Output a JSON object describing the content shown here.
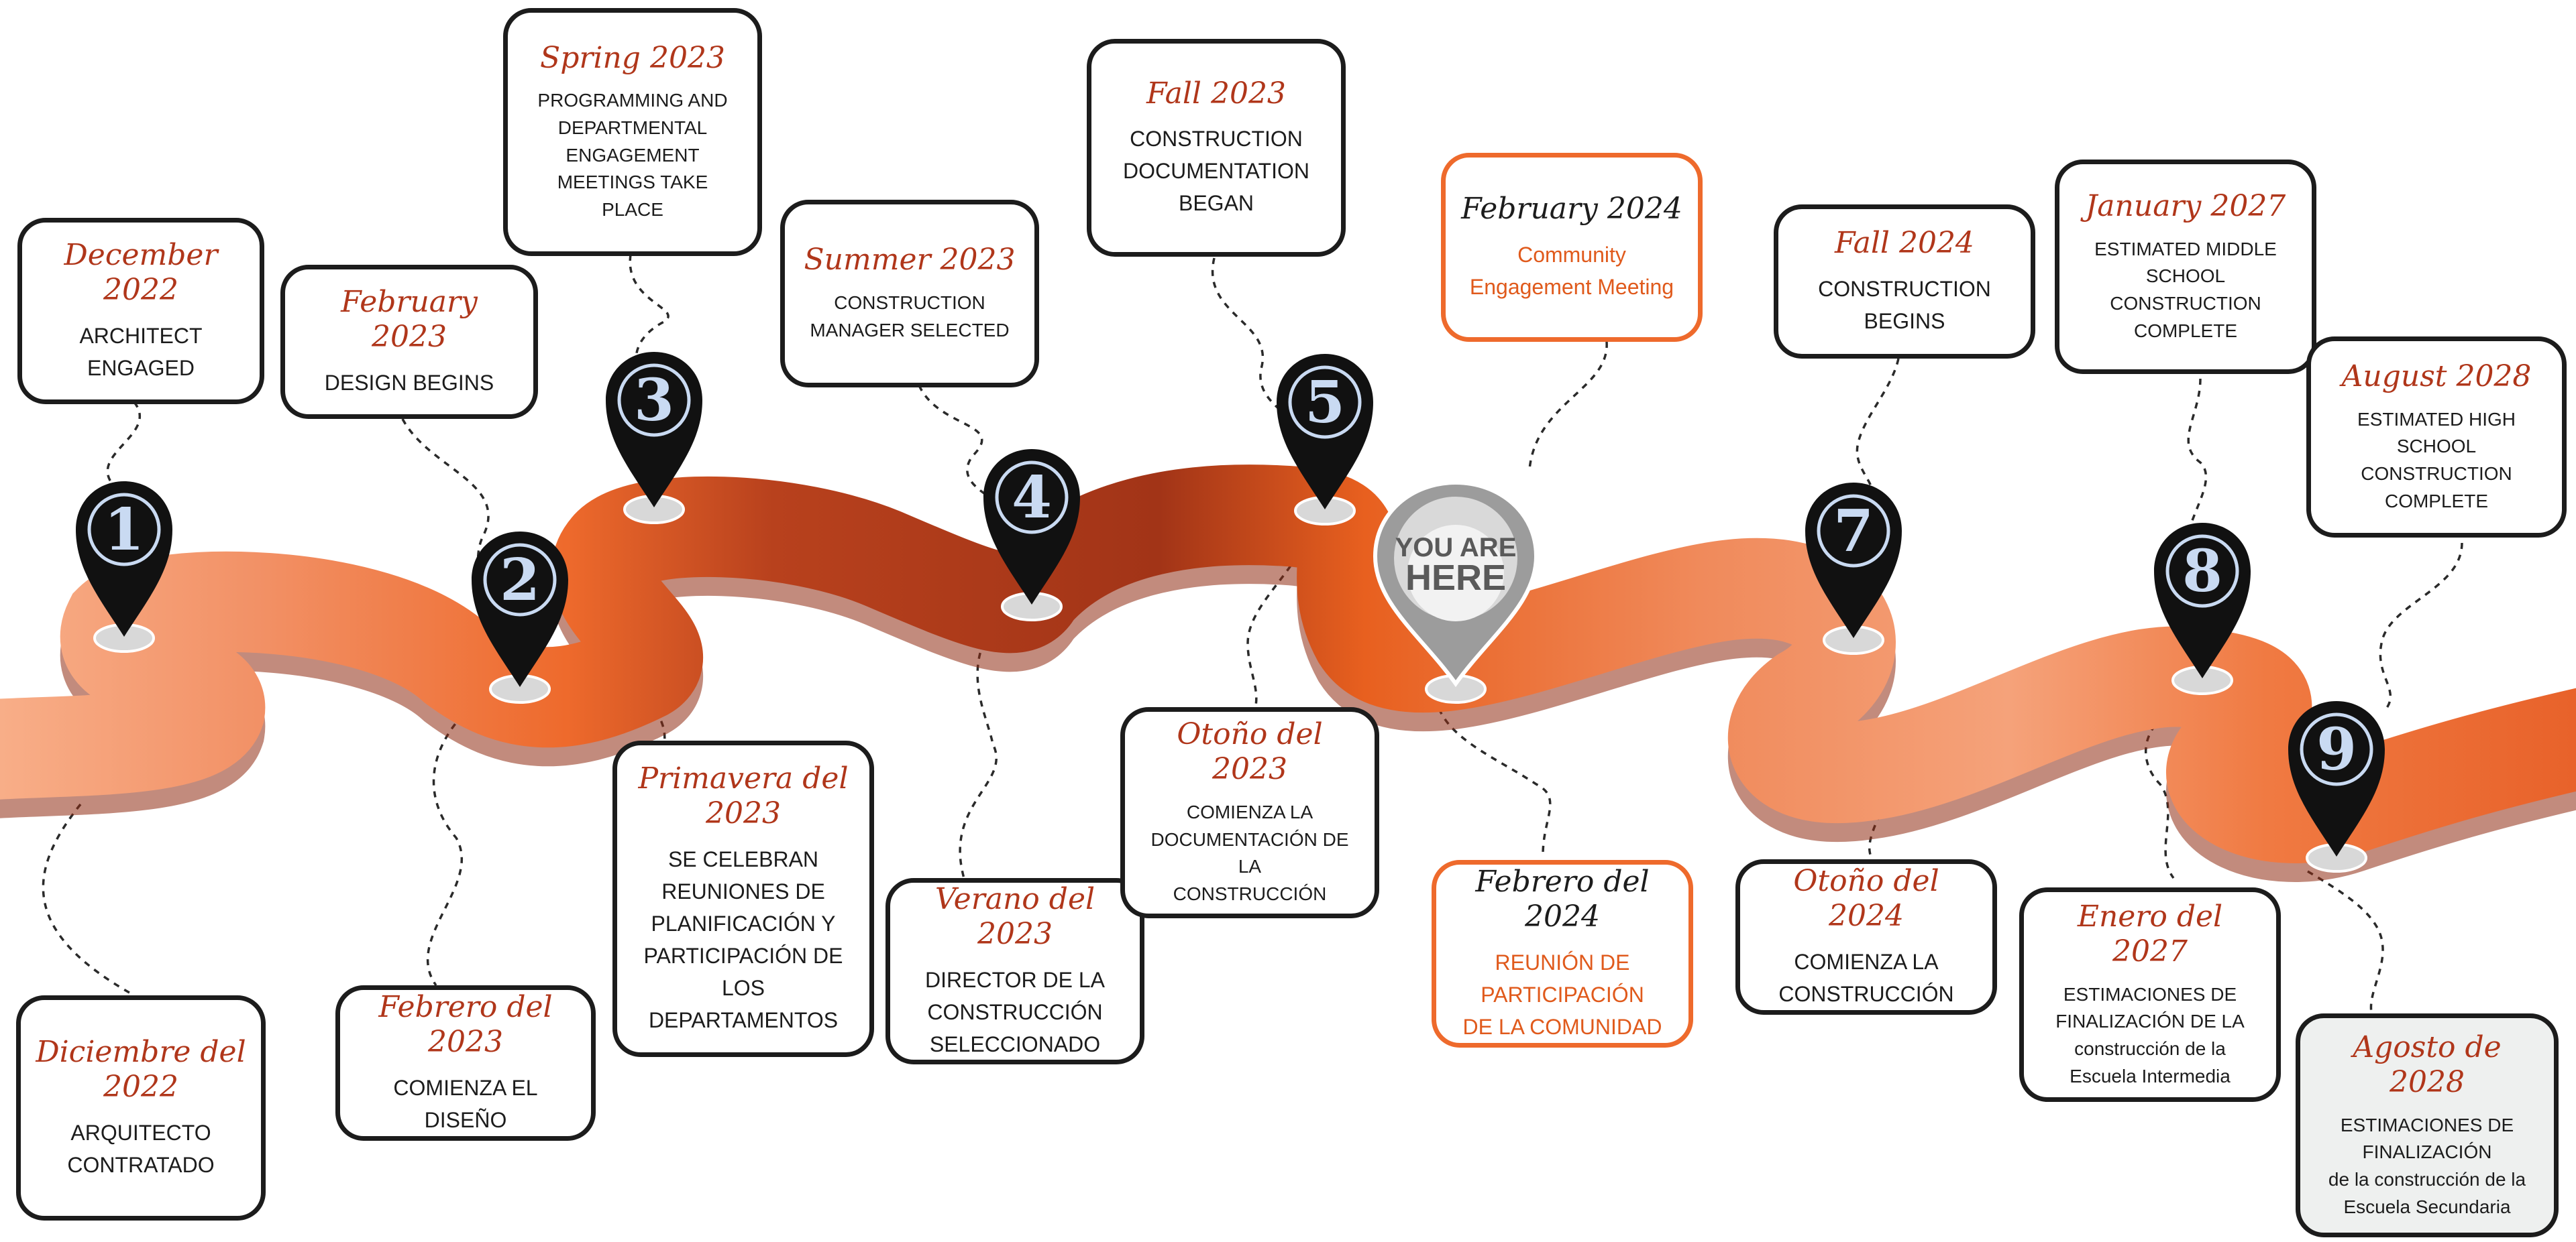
{
  "milestones": [
    {
      "num": "1",
      "en_date": "December 2022",
      "en_text": "ARCHITECT\nENGAGED",
      "es_date": "Diciembre del 2022",
      "es_text": "ARQUITECTO\nCONTRATADO"
    },
    {
      "num": "2",
      "en_date": "February 2023",
      "en_text": "DESIGN BEGINS",
      "es_date": "Febrero del 2023",
      "es_text": "COMIENZA EL DISEÑO"
    },
    {
      "num": "3",
      "en_date": "Spring 2023",
      "en_text": "PROGRAMMING AND\nDEPARTMENTAL\nENGAGEMENT\nMEETINGS TAKE\nPLACE",
      "es_date": "Primavera del 2023",
      "es_text": "SE CELEBRAN\nREUNIONES DE\nPLANIFICACIÓN Y\nPARTICIPACIÓN DE\nLOS\nDEPARTAMENTOS"
    },
    {
      "num": "4",
      "en_date": "Summer 2023",
      "en_text": "CONSTRUCTION\nMANAGER SELECTED",
      "es_date": "Verano del 2023",
      "es_text": "DIRECTOR DE LA\nCONSTRUCCIÓN\nSELECCIONADO"
    },
    {
      "num": "5",
      "en_date": "Fall 2023",
      "en_text": "CONSTRUCTION\nDOCUMENTATION\nBEGAN",
      "es_date": "Otoño del 2023",
      "es_text": "COMIENZA LA\nDOCUMENTACIÓN DE\nLA\nCONSTRUCCIÓN"
    },
    {
      "num": "",
      "en_date": "February 2024",
      "en_text": "Community\nEngagement Meeting",
      "es_date": "Febrero del 2024",
      "es_text": "REUNIÓN DE\nPARTICIPACIÓN\nDE LA COMUNIDAD"
    },
    {
      "num": "7",
      "en_date": "Fall 2024",
      "en_text": "CONSTRUCTION\nBEGINS",
      "es_date": "Otoño del 2024",
      "es_text": "COMIENZA LA\nCONSTRUCCIÓN"
    },
    {
      "num": "8",
      "en_date": "January  2027",
      "en_text": "ESTIMATED MIDDLE\nSCHOOL\nCONSTRUCTION\nCOMPLETE",
      "es_date": "Enero del 2027",
      "es_text": "ESTIMACIONES DE\nFINALIZACIÓN DE LA\nconstrucción de la\nEscuela Intermedia"
    },
    {
      "num": "9",
      "en_date": "August 2028",
      "en_text": "ESTIMATED HIGH\nSCHOOL\nCONSTRUCTION\nCOMPLETE",
      "es_date": "Agosto de 2028",
      "es_text": "ESTIMACIONES DE\nFINALIZACIÓN\nde la construcción de la\nEscuela Secundaria"
    }
  ],
  "you_are_here": {
    "line1": "YOU ARE",
    "line2": "HERE"
  },
  "colors": {
    "road_light": "#f6a079",
    "road_mid": "#ee6a2c",
    "road_dark": "#a8381a",
    "pin": "#111111",
    "pin_number": "#c9daf2",
    "accent": "#b0361a",
    "orange_border": "#ee6a2c"
  }
}
